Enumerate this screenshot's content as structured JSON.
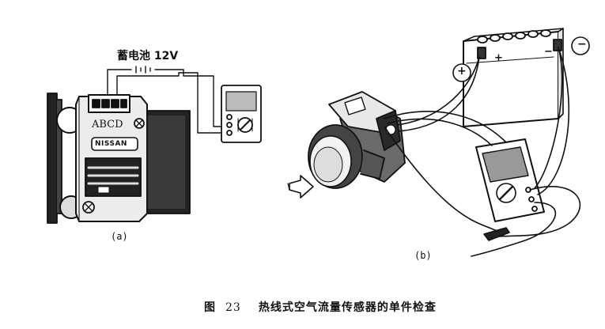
{
  "figure": {
    "battery_label": "蓄电池 12V",
    "sensor_text_top": "ABCD",
    "sensor_brand": "NISSAN",
    "subfig_a": "(a)",
    "subfig_b": "(b)",
    "battery_plus": "+",
    "battery_minus": "−",
    "terminal_plus": "+",
    "terminal_minus": "−",
    "caption": {
      "prefix": "图",
      "number": "23",
      "title": "热线式空气流量传感器的单件检查"
    }
  }
}
